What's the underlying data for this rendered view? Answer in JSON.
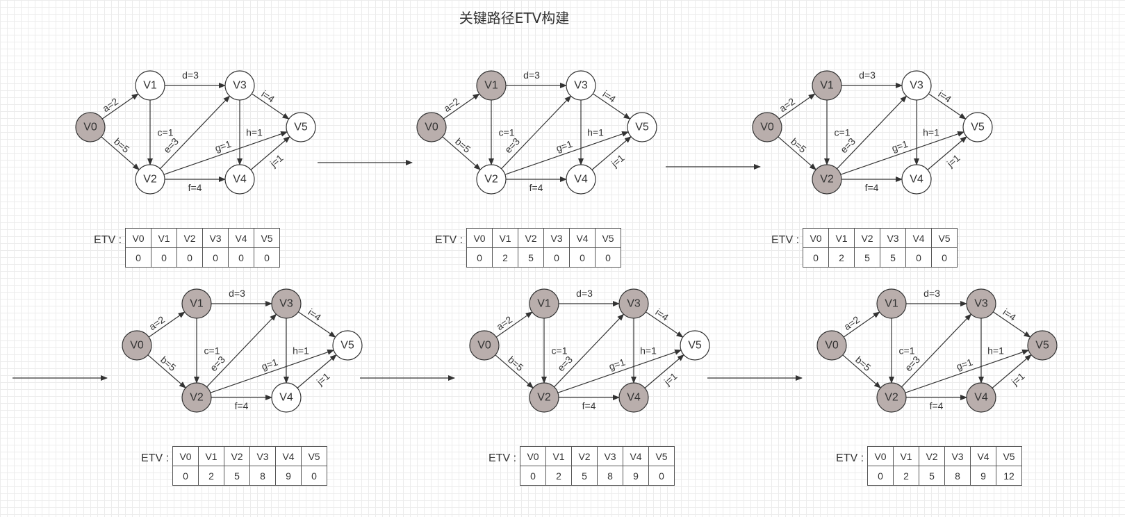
{
  "title": "关键路径ETV构建",
  "etv_label": "ETV :",
  "vertices": [
    "V0",
    "V1",
    "V2",
    "V3",
    "V4",
    "V5"
  ],
  "edges": [
    {
      "from": "V0",
      "to": "V1",
      "label": "a=2"
    },
    {
      "from": "V0",
      "to": "V2",
      "label": "b=5"
    },
    {
      "from": "V1",
      "to": "V2",
      "label": "c=1"
    },
    {
      "from": "V1",
      "to": "V3",
      "label": "d=3"
    },
    {
      "from": "V2",
      "to": "V3",
      "label": "e=3"
    },
    {
      "from": "V2",
      "to": "V4",
      "label": "f=4"
    },
    {
      "from": "V2",
      "to": "V5",
      "label": "g=1"
    },
    {
      "from": "V3",
      "to": "V4",
      "label": "h=1"
    },
    {
      "from": "V3",
      "to": "V5",
      "label": "i=4"
    },
    {
      "from": "V4",
      "to": "V5",
      "label": "j=1"
    }
  ],
  "colors": {
    "visited": "#b9aeac",
    "unvisited": "#ffffff",
    "stroke": "#333333"
  },
  "steps": [
    {
      "visited": [
        "V0"
      ],
      "etv": [
        "0",
        "0",
        "0",
        "0",
        "0",
        "0"
      ]
    },
    {
      "visited": [
        "V0",
        "V1"
      ],
      "etv": [
        "0",
        "2",
        "5",
        "0",
        "0",
        "0"
      ]
    },
    {
      "visited": [
        "V0",
        "V1",
        "V2"
      ],
      "etv": [
        "0",
        "2",
        "5",
        "5",
        "0",
        "0"
      ]
    },
    {
      "visited": [
        "V0",
        "V1",
        "V2",
        "V3"
      ],
      "etv": [
        "0",
        "2",
        "5",
        "8",
        "9",
        "0"
      ]
    },
    {
      "visited": [
        "V0",
        "V1",
        "V2",
        "V3",
        "V4"
      ],
      "etv": [
        "0",
        "2",
        "5",
        "8",
        "9",
        "0"
      ]
    },
    {
      "visited": [
        "V0",
        "V1",
        "V2",
        "V3",
        "V4",
        "V5"
      ],
      "etv": [
        "0",
        "2",
        "5",
        "8",
        "9",
        "12"
      ]
    }
  ]
}
